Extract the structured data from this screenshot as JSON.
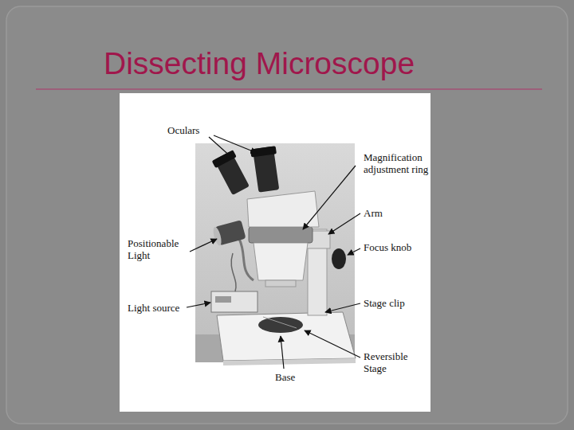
{
  "diagram": {
    "title": "Dissecting Microscope",
    "labels": [
      "Oculars",
      "Magnification adjustment ring",
      "Arm",
      "Positionable Light",
      "Focus knob",
      "Light source",
      "Stage clip",
      "Reversible Stage",
      "Base"
    ]
  }
}
